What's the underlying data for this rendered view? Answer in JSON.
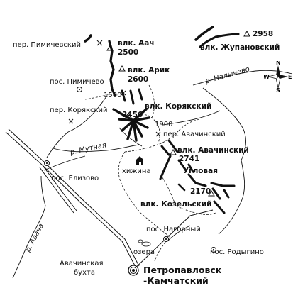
{
  "labels": {
    "pass_pimichevsky": "пер. Пимичевский",
    "volc_aach": "влк. Аач",
    "elev_aach": "2500",
    "elev_zhupan": "2958",
    "volc_zhupan": "влк. Жупановский",
    "volc_arik": "влк. Арик",
    "elev_arik": "2600",
    "river_nalychevo": "р. Налычево",
    "settlement_pimichevo": "пос. Пимичево",
    "elev_1500": "1500",
    "pass_koryaksky": "пер. Корякский",
    "volc_koryaksky": "влк. Корякский",
    "elev_koryaksky": "3456",
    "elev_1900": "1900",
    "pass_avachinsky": "пер. Авачинский",
    "river_mutnaya": "р. Мутная",
    "volc_avachinsky": "влк. Авачинский",
    "elev_avachinsky": "2741",
    "hut": "хижина",
    "volc_uglovaya": "Угловая",
    "settlement_elizovo": "пос. Елизово",
    "elev_2170": "2170",
    "volc_kozelsky": "влк. Козельский",
    "river_avacha": "р. Авача",
    "settlement_nagorny": "пос. Нагорный",
    "lakes": "озера",
    "settlement_rodygino": "пос. Родыгино",
    "bay_line1": "Авачинская",
    "bay_line2": "бухта",
    "city_line1": "Петропавловск",
    "city_line2": "-Камчатский"
  },
  "compass": {
    "n": "N",
    "s": "S",
    "w": "W",
    "e": "E"
  },
  "icons": [
    "mountain-pass-icon",
    "summit-triangle-icon",
    "settlement-circle-icon",
    "hut-icon",
    "city-marker-icon",
    "compass-rose-icon"
  ]
}
